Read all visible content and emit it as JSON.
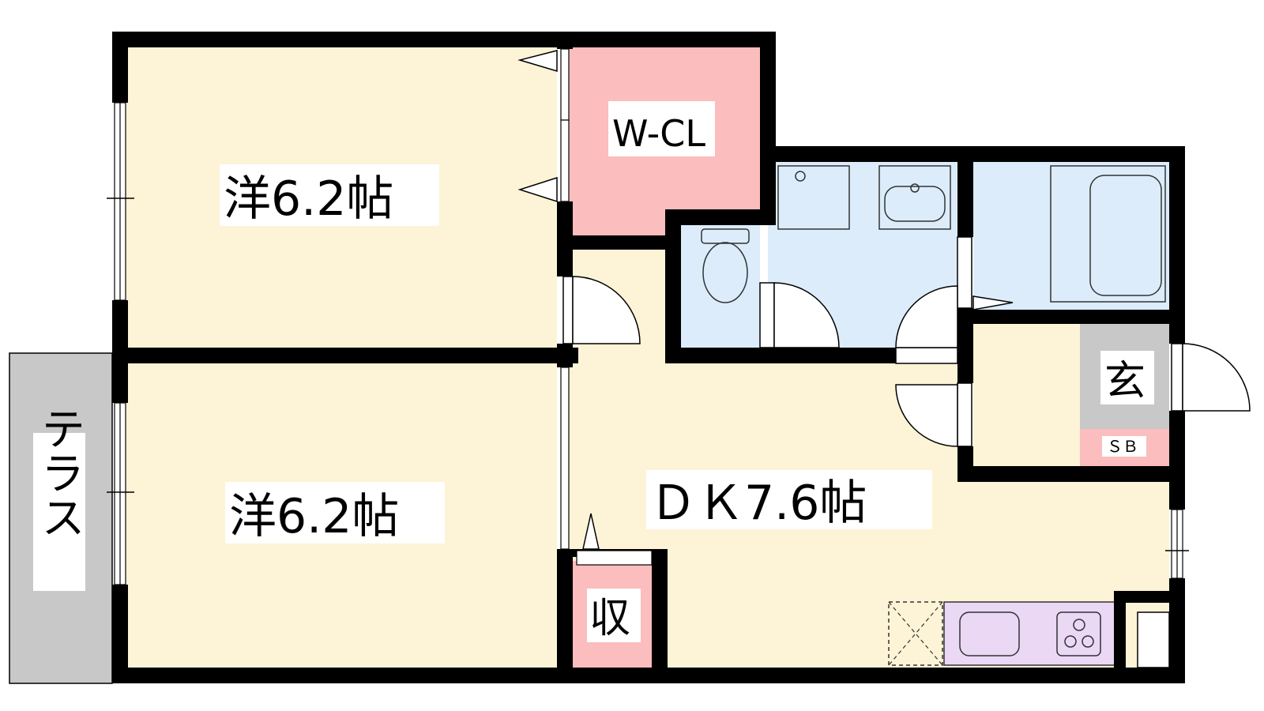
{
  "rooms": {
    "western_top": "洋6.2帖",
    "western_bottom": "洋6.2帖",
    "walk_in_closet": "W-CL",
    "dining_kitchen": "ＤＫ7.6帖",
    "storage": "収",
    "entrance": "玄",
    "shoe_box": "ＳＢ",
    "terrace": "テラス"
  },
  "colors": {
    "western_room": "#fdf3d6",
    "closet": "#fbbdbd",
    "wet_area": "#dcecfb",
    "terrace": "#c8c8c8",
    "entrance": "#c8c8c8",
    "kitchen": "#ead8f5",
    "wall": "#000000"
  },
  "icons": [
    "toilet-icon",
    "washbasin-icon",
    "bathtub-icon",
    "stove-icon",
    "sink-icon",
    "fridge-space-icon"
  ]
}
